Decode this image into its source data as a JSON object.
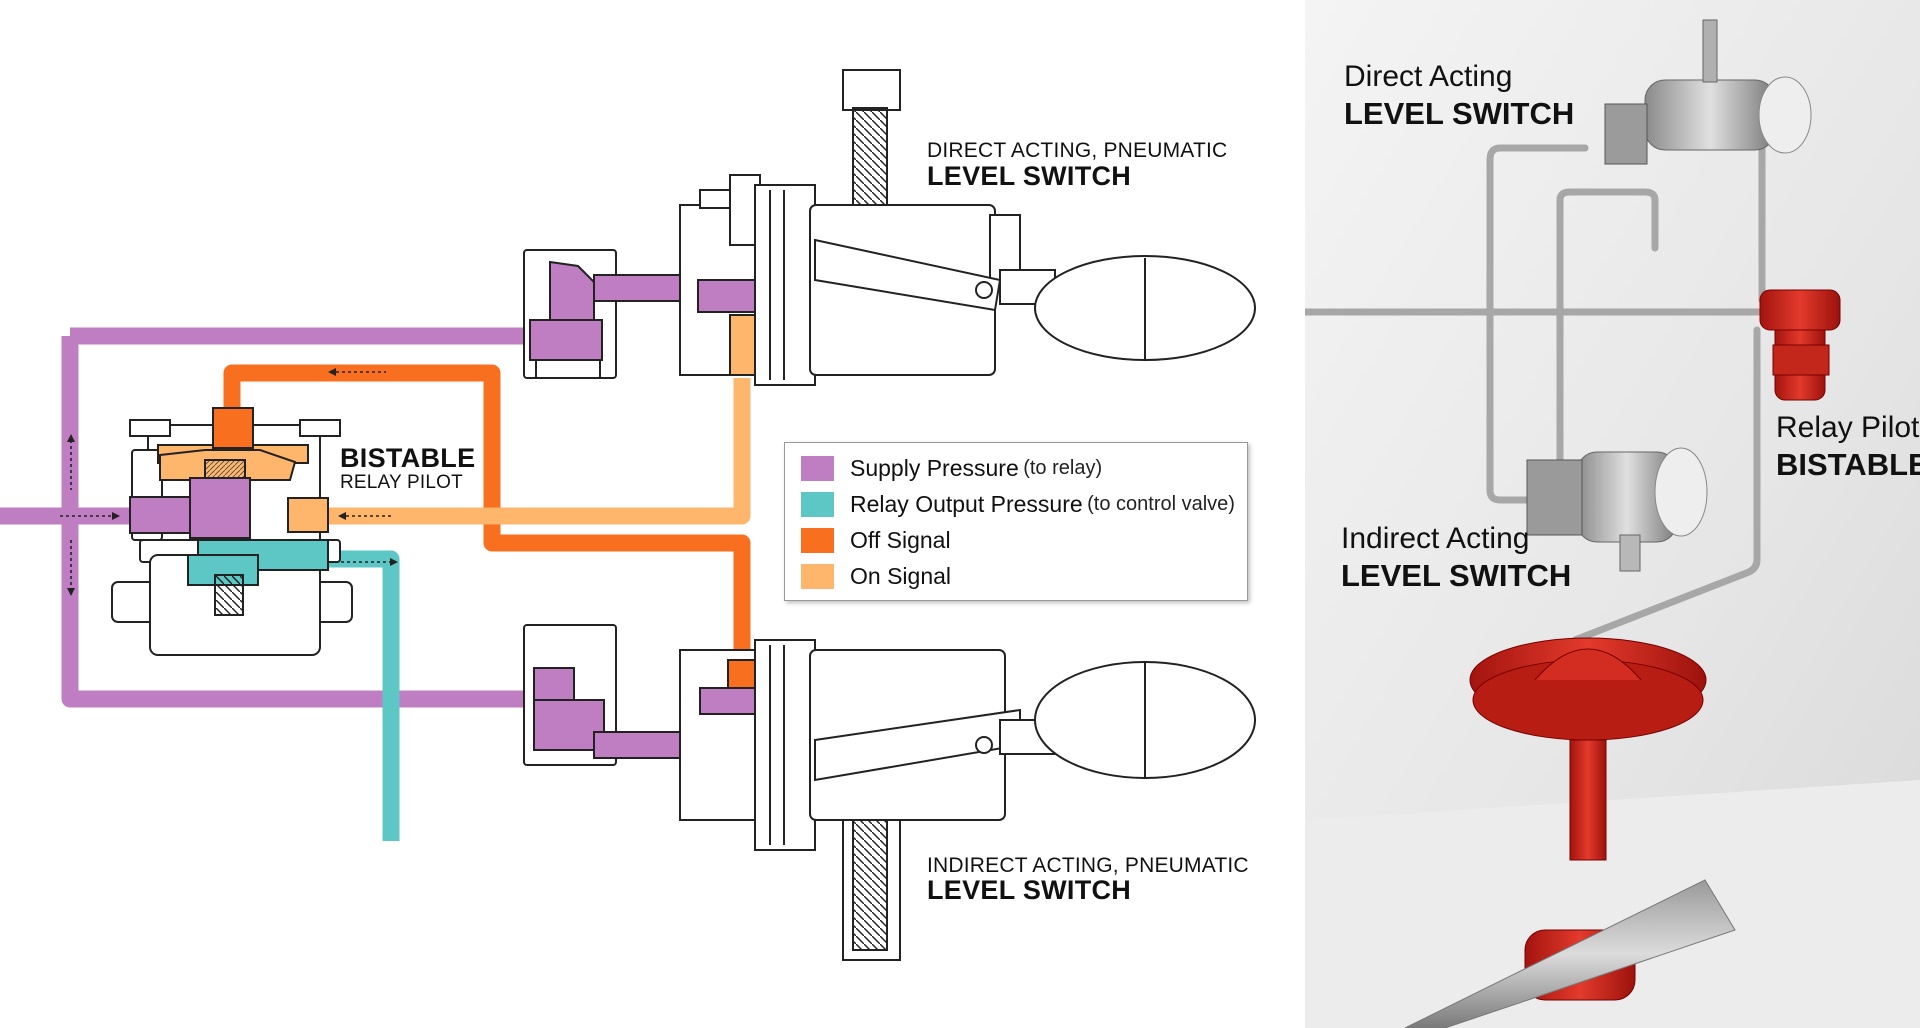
{
  "diagram": {
    "direct_switch": {
      "line1": "DIRECT ACTING, PNEUMATIC",
      "line2": "LEVEL SWITCH"
    },
    "indirect_switch": {
      "line1": "INDIRECT ACTING, PNEUMATIC",
      "line2": "LEVEL SWITCH"
    },
    "relay": {
      "line1": "BISTABLE",
      "line2": "RELAY PILOT"
    },
    "legend": [
      {
        "label": "Supply Pressure",
        "note": "(to relay)",
        "color": "#c07ec2"
      },
      {
        "label": "Relay Output Pressure",
        "note": "(to control valve)",
        "color": "#5cc7c4"
      },
      {
        "label": "Off Signal",
        "note": "",
        "color": "#f86f1f"
      },
      {
        "label": "On Signal",
        "note": "",
        "color": "#fdb66c"
      }
    ]
  },
  "photo": {
    "direct": {
      "line1": "Direct Acting",
      "line2": "LEVEL SWITCH"
    },
    "relay": {
      "line1": "Relay Pilot",
      "line2": "BISTABLE"
    },
    "indirect": {
      "line1": "Indirect Acting",
      "line2": "LEVEL SWITCH"
    }
  },
  "colors": {
    "supply": "#c07ec2",
    "output": "#5cc7c4",
    "off": "#f86f1f",
    "on": "#fdb66c",
    "valve_red": "#d8281e"
  }
}
